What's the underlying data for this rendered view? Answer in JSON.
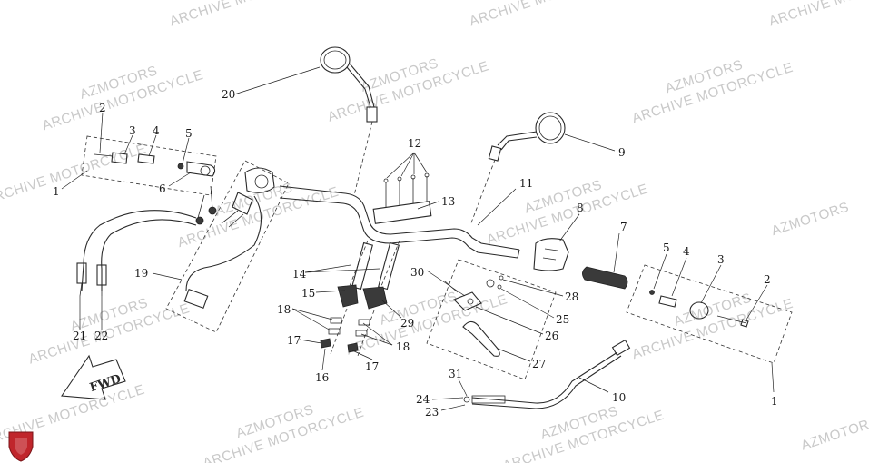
{
  "watermarks": [
    "AZMOTORS",
    "ARCHIVE MOTORCYCLE"
  ],
  "callouts": {
    "c1l": "1",
    "c2l": "2",
    "c3l": "3",
    "c4l": "4",
    "c5l": "5",
    "c6": "6",
    "c7": "7",
    "c8": "8",
    "c9": "9",
    "c10": "10",
    "c11": "11",
    "c12": "12",
    "c13": "13",
    "c14": "14",
    "c15": "15",
    "c16": "16",
    "c17a": "17",
    "c17b": "17",
    "c18a": "18",
    "c18b": "18",
    "c19": "19",
    "c20": "20",
    "c21": "21",
    "c22": "22",
    "c23": "23",
    "c24": "24",
    "c25": "25",
    "c26": "26",
    "c27": "27",
    "c28": "28",
    "c29": "29",
    "c30": "30",
    "c31": "31",
    "c1r": "1",
    "c2r": "2",
    "c3r": "3",
    "c4r": "4",
    "c5r": "5"
  },
  "direction_arrow": "FWD",
  "colors": {
    "line": "#2a2a2a",
    "watermark": "#c9c9c9",
    "logo": "#c0262c"
  }
}
